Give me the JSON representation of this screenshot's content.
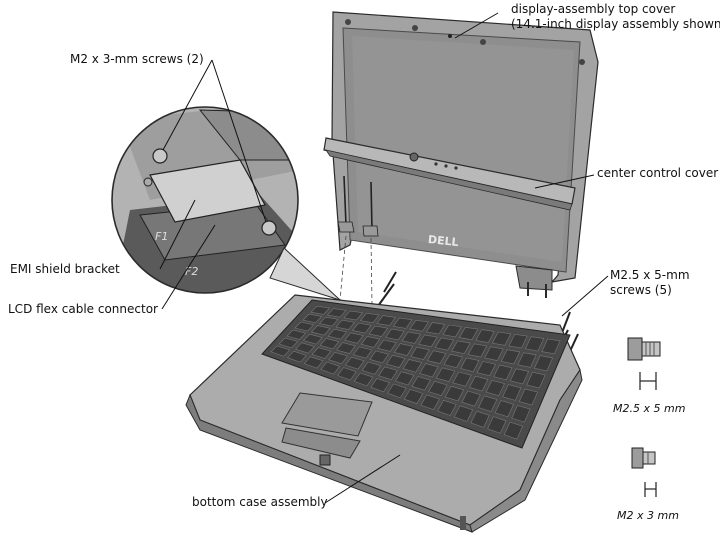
{
  "callouts": {
    "top_cover_line1": "display-assembly top cover",
    "top_cover_line2": "(14.1-inch display assembly shown)",
    "m2_screws": "M2 x 3-mm screws (2)",
    "center_control_cover": "center control cover",
    "m25_screws_line1": "M2.5 x 5-mm",
    "m25_screws_line2": "screws (5)",
    "emi_shield_bracket": "EMI shield bracket",
    "lcd_flex_cable_connector": "LCD flex cable connector",
    "bottom_case_assembly": "bottom case assembly"
  },
  "screw_legend": {
    "large_label": "M2.5 x 5 mm",
    "small_label": "M2 x 3 mm"
  },
  "logo_text": "DELL",
  "keyboard_labels": [
    "F1",
    "F2"
  ],
  "colors": {
    "casing": "#a9a9a9",
    "casing_dark": "#6e6e6e",
    "screen": "#8a8a8a",
    "keys": "#3a3a3a",
    "outline": "#2b2b2b"
  }
}
